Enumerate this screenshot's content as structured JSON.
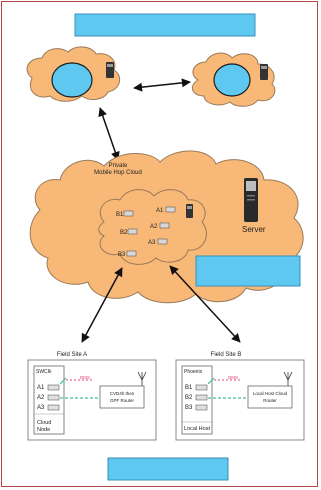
{
  "colors": {
    "cloud_fill": "#f8b878",
    "cloud_stroke": "#9a7a58",
    "blob_fill": "#5ec8f0",
    "label_box_fill": "#5ec8f0",
    "frame_border": "#b04848",
    "arrow": "#111111",
    "panel_border": "#888888",
    "link_green": "#40c0a0",
    "link_red": "#e04080"
  },
  "icons": {
    "router": "router-icon",
    "server_tower": "server-tower-icon",
    "antenna": "antenna-icon"
  },
  "private_cloud": {
    "label_line1": "Private",
    "label_line2": "Mobile Hop Cloud",
    "server_label": "Server",
    "nodes": [
      "A1",
      "A2",
      "A3",
      "B1",
      "B2",
      "B3"
    ]
  },
  "site_a": {
    "title": "Field Site A",
    "switch_label": "SWCIk",
    "nodes": [
      "A1",
      "A2",
      "A3"
    ],
    "footer_line1": "Cloud",
    "footer_line2": "Node",
    "link_label": "DMS",
    "device_line1": "CVD4h then",
    "device_line2": "GPF Router"
  },
  "site_b": {
    "title": "Field Site B",
    "switch_label": "Phoenix",
    "nodes": [
      "B1",
      "B2",
      "B3"
    ],
    "footer": "Local Host",
    "link_label": "DMS",
    "device_line1": "Local Host Cloud",
    "device_line2": "Router"
  }
}
